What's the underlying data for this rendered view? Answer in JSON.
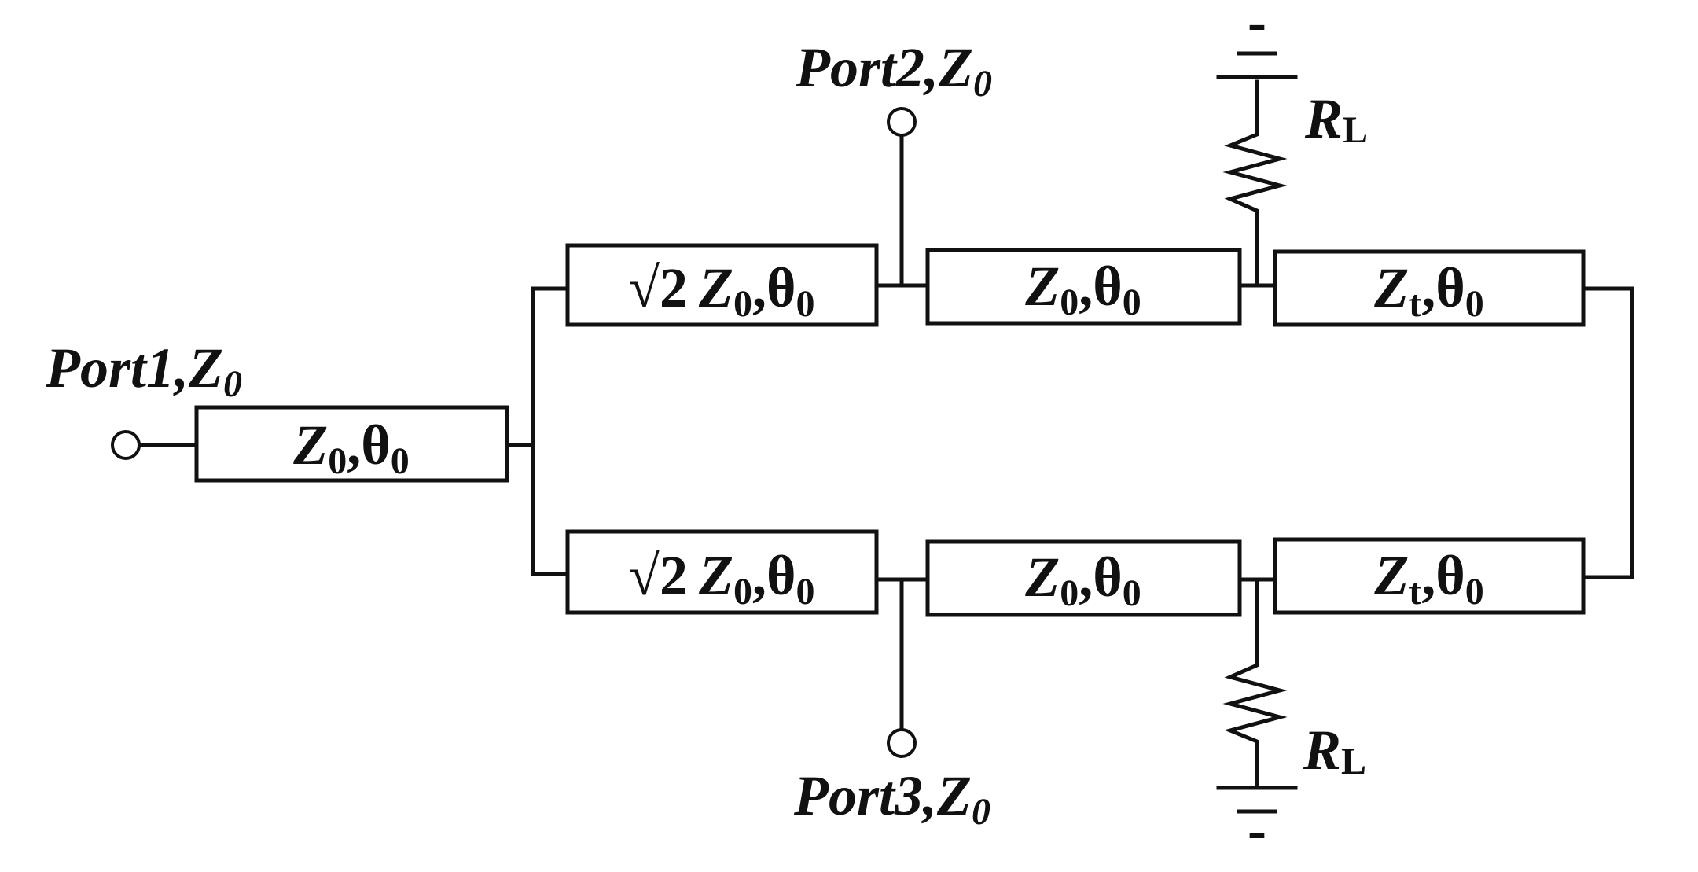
{
  "ports": {
    "port1": {
      "name": "Port1,",
      "imp_main": "Z",
      "imp_sub": "0"
    },
    "port2": {
      "name": "Port2,",
      "imp_main": "Z",
      "imp_sub": "0"
    },
    "port3": {
      "name": "Port3,",
      "imp_main": "Z",
      "imp_sub": "0"
    }
  },
  "lines": {
    "input": {
      "pre": "",
      "main": "Z",
      "sub": "0",
      "theta": ",θ",
      "theta_sub": "0"
    },
    "upper_split": {
      "pre": "√2",
      "main": "Z",
      "sub": "0",
      "theta": ",θ",
      "theta_sub": "0"
    },
    "upper_mid": {
      "pre": "",
      "main": "Z",
      "sub": "0",
      "theta": ",θ",
      "theta_sub": "0"
    },
    "upper_end": {
      "pre": "",
      "main": "Z",
      "sub": "t",
      "theta": ",θ",
      "theta_sub": "0"
    },
    "lower_split": {
      "pre": "√2",
      "main": "Z",
      "sub": "0",
      "theta": ",θ",
      "theta_sub": "0"
    },
    "lower_mid": {
      "pre": "",
      "main": "Z",
      "sub": "0",
      "theta": ",θ",
      "theta_sub": "0"
    },
    "lower_end": {
      "pre": "",
      "main": "Z",
      "sub": "t",
      "theta": ",θ",
      "theta_sub": "0"
    }
  },
  "resistors": {
    "upper": {
      "main": "R",
      "sub": "L"
    },
    "lower": {
      "main": "R",
      "sub": "L"
    }
  },
  "ground": {
    "upper_mark": "-",
    "lower_mark": "-"
  }
}
